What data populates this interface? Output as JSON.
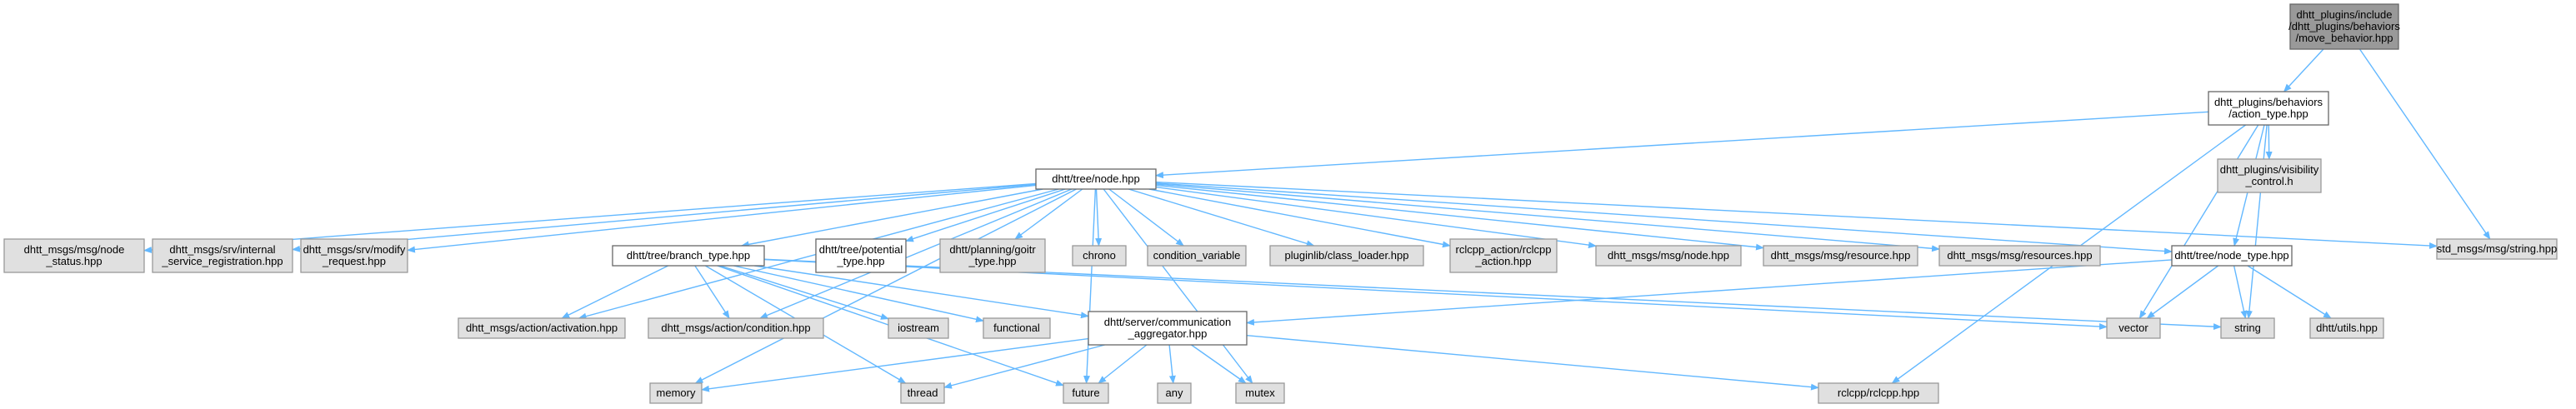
{
  "colors": {
    "edge": "#63b8ff",
    "root_fill": "#999999",
    "root_stroke": "#666666",
    "documented_fill": "#ffffff",
    "documented_stroke": "#666666",
    "external_fill": "#e0e0e0",
    "external_stroke": "#999999",
    "text": "#000000"
  },
  "graph": {
    "nodes": [
      {
        "id": "root",
        "style": "root",
        "lines": [
          "dhtt_plugins/include",
          "/dhtt_plugins/behaviors",
          "/move_behavior.hpp"
        ]
      },
      {
        "id": "action_type",
        "style": "documented",
        "lines": [
          "dhtt_plugins/behaviors",
          "/action_type.hpp"
        ]
      },
      {
        "id": "std_string",
        "style": "external",
        "lines": [
          "std_msgs/msg/string.hpp"
        ]
      },
      {
        "id": "node_hpp",
        "style": "documented",
        "lines": [
          "dhtt/tree/node.hpp"
        ]
      },
      {
        "id": "visibility",
        "style": "external",
        "lines": [
          "dhtt_plugins/visibility",
          "_control.h"
        ]
      },
      {
        "id": "node_type",
        "style": "documented",
        "lines": [
          "dhtt/tree/node_type.hpp"
        ]
      },
      {
        "id": "vector",
        "style": "external",
        "lines": [
          "vector"
        ]
      },
      {
        "id": "string",
        "style": "external",
        "lines": [
          "string"
        ]
      },
      {
        "id": "rclcpp",
        "style": "external",
        "lines": [
          "rclcpp/rclcpp.hpp"
        ]
      },
      {
        "id": "node_status",
        "style": "external",
        "lines": [
          "dhtt_msgs/msg/node",
          "_status.hpp"
        ]
      },
      {
        "id": "internal_srv",
        "style": "external",
        "lines": [
          "dhtt_msgs/srv/internal",
          "_service_registration.hpp"
        ]
      },
      {
        "id": "modify_req",
        "style": "external",
        "lines": [
          "dhtt_msgs/srv/modify",
          "_request.hpp"
        ]
      },
      {
        "id": "branch_type",
        "style": "documented",
        "lines": [
          "dhtt/tree/branch_type.hpp"
        ]
      },
      {
        "id": "potential",
        "style": "documented",
        "lines": [
          "dhtt/tree/potential",
          "_type.hpp"
        ]
      },
      {
        "id": "goitr",
        "style": "external",
        "lines": [
          "dhtt/planning/goitr",
          "_type.hpp"
        ]
      },
      {
        "id": "chrono",
        "style": "external",
        "lines": [
          "chrono"
        ]
      },
      {
        "id": "condvar",
        "style": "external",
        "lines": [
          "condition_variable"
        ]
      },
      {
        "id": "class_loader",
        "style": "external",
        "lines": [
          "pluginlib/class_loader.hpp"
        ]
      },
      {
        "id": "rclcpp_action",
        "style": "external",
        "lines": [
          "rclcpp_action/rclcpp",
          "_action.hpp"
        ]
      },
      {
        "id": "msg_node",
        "style": "external",
        "lines": [
          "dhtt_msgs/msg/node.hpp"
        ]
      },
      {
        "id": "msg_resource",
        "style": "external",
        "lines": [
          "dhtt_msgs/msg/resource.hpp"
        ]
      },
      {
        "id": "msg_resources",
        "style": "external",
        "lines": [
          "dhtt_msgs/msg/resources.hpp"
        ]
      },
      {
        "id": "activation",
        "style": "external",
        "lines": [
          "dhtt_msgs/action/activation.hpp"
        ]
      },
      {
        "id": "condition",
        "style": "external",
        "lines": [
          "dhtt_msgs/action/condition.hpp"
        ]
      },
      {
        "id": "iostream",
        "style": "external",
        "lines": [
          "iostream"
        ]
      },
      {
        "id": "functional",
        "style": "external",
        "lines": [
          "functional"
        ]
      },
      {
        "id": "comm_agg",
        "style": "documented",
        "lines": [
          "dhtt/server/communication",
          "_aggregator.hpp"
        ]
      },
      {
        "id": "utils",
        "style": "external",
        "lines": [
          "dhtt/utils.hpp"
        ]
      },
      {
        "id": "memory",
        "style": "external",
        "lines": [
          "memory"
        ]
      },
      {
        "id": "thread",
        "style": "external",
        "lines": [
          "thread"
        ]
      },
      {
        "id": "future",
        "style": "external",
        "lines": [
          "future"
        ]
      },
      {
        "id": "any",
        "style": "external",
        "lines": [
          "any"
        ]
      },
      {
        "id": "mutex",
        "style": "external",
        "lines": [
          "mutex"
        ]
      }
    ],
    "edges": [
      {
        "from": "root",
        "to": "action_type"
      },
      {
        "from": "root",
        "to": "std_string"
      },
      {
        "from": "action_type",
        "to": "node_hpp"
      },
      {
        "from": "action_type",
        "to": "visibility"
      },
      {
        "from": "action_type",
        "to": "node_type"
      },
      {
        "from": "action_type",
        "to": "vector"
      },
      {
        "from": "action_type",
        "to": "string"
      },
      {
        "from": "action_type",
        "to": "rclcpp"
      },
      {
        "from": "node_hpp",
        "to": "node_status"
      },
      {
        "from": "node_hpp",
        "to": "internal_srv"
      },
      {
        "from": "node_hpp",
        "to": "modify_req"
      },
      {
        "from": "node_hpp",
        "to": "branch_type"
      },
      {
        "from": "node_hpp",
        "to": "potential"
      },
      {
        "from": "node_hpp",
        "to": "goitr"
      },
      {
        "from": "node_hpp",
        "to": "chrono"
      },
      {
        "from": "node_hpp",
        "to": "condvar"
      },
      {
        "from": "node_hpp",
        "to": "class_loader"
      },
      {
        "from": "node_hpp",
        "to": "rclcpp_action"
      },
      {
        "from": "node_hpp",
        "to": "msg_node"
      },
      {
        "from": "node_hpp",
        "to": "msg_resource"
      },
      {
        "from": "node_hpp",
        "to": "msg_resources"
      },
      {
        "from": "node_hpp",
        "to": "std_string"
      },
      {
        "from": "node_hpp",
        "to": "node_type"
      },
      {
        "from": "node_hpp",
        "to": "activation"
      },
      {
        "from": "node_hpp",
        "to": "condition"
      },
      {
        "from": "node_hpp",
        "to": "memory"
      },
      {
        "from": "node_hpp",
        "to": "mutex"
      },
      {
        "from": "node_hpp",
        "to": "future"
      },
      {
        "from": "branch_type",
        "to": "activation"
      },
      {
        "from": "branch_type",
        "to": "condition"
      },
      {
        "from": "branch_type",
        "to": "iostream"
      },
      {
        "from": "branch_type",
        "to": "functional"
      },
      {
        "from": "branch_type",
        "to": "comm_agg"
      },
      {
        "from": "branch_type",
        "to": "thread"
      },
      {
        "from": "branch_type",
        "to": "future"
      },
      {
        "from": "branch_type",
        "to": "vector"
      },
      {
        "from": "branch_type",
        "to": "string"
      },
      {
        "from": "node_type",
        "to": "comm_agg"
      },
      {
        "from": "node_type",
        "to": "vector"
      },
      {
        "from": "node_type",
        "to": "string"
      },
      {
        "from": "node_type",
        "to": "utils"
      },
      {
        "from": "comm_agg",
        "to": "memory"
      },
      {
        "from": "comm_agg",
        "to": "thread"
      },
      {
        "from": "comm_agg",
        "to": "future"
      },
      {
        "from": "comm_agg",
        "to": "any"
      },
      {
        "from": "comm_agg",
        "to": "mutex"
      },
      {
        "from": "comm_agg",
        "to": "rclcpp"
      }
    ]
  }
}
